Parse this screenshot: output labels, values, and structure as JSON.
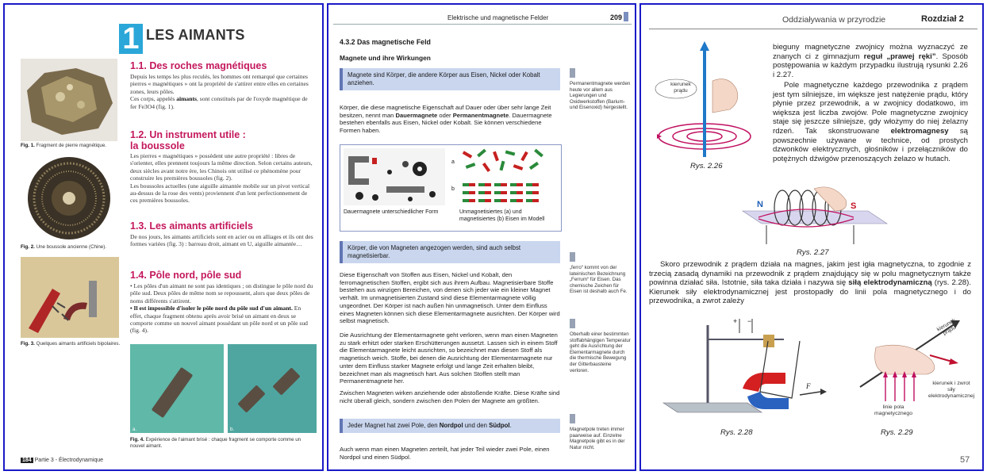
{
  "page1": {
    "chapter_number": "1",
    "chapter_title": "LES AIMANTS",
    "s1_title": "1.1. Des roches magnétiques",
    "s1_text": "Depuis les temps les plus reculés, les hommes ont remarqué que certaines pierres « magnétiques » ont la propriété de s'attirer entre elles en certaines zones, leurs pôles.",
    "s1_text2a": "Ces corps, appelés ",
    "s1_text2b": "aimants",
    "s1_text2c": ", sont constitués par de l'oxyde magnétique de fer Fe3O4 (fig. 1).",
    "s2_title_1": "1.2. Un instrument utile :",
    "s2_title_2": "la boussole",
    "s2_text": "Les pierres « magnétiques » possèdent une autre propriété : libres de s'orienter, elles prennent toujours la même direction. Selon certains auteurs, deux siècles avant notre ère, les Chinois ont utilisé ce phénomène pour construire les premières boussoles (fig. 2).",
    "s2_text2": "Les boussoles actuelles (une aiguille aimantée mobile sur un pivot vertical au-dessus de la rose des vents) proviennent d'un lent perfectionnement de ces premières boussoles.",
    "s3_title": "1.3. Les aimants artificiels",
    "s3_text": "De nos jours, les aimants artificiels sont en acier ou en alliages et ils ont des formes variées (fig. 3) : barreau droit, aimant en U, aiguille aimantée…",
    "s4_title": "1.4. Pôle nord, pôle sud",
    "s4_b1": "• Les pôles d'un aimant ne sont pas identiques ; on distingue le pôle nord du pôle sud. Deux pôles de même nom se repoussent, alors que deux pôles de noms différents s'attirent.",
    "s4_b2a": "• Il est impossible d'isoler le pôle nord du pôle sud d'un aimant.",
    "s4_b2b": " En effet, chaque fragment obtenu après avoir brisé un aimant en deux se comporte comme un nouvel aimant possédant un pôle nord et un pôle sud (fig. 4).",
    "fig1_label": "Fig. 1.",
    "fig1_caption": "Fragment de pierre magnétique.",
    "fig2_label": "Fig. 2.",
    "fig2_caption": "Une boussole ancienne (Chine).",
    "fig3_label": "Fig. 3.",
    "fig3_caption": "Quelques aimants artificiels bipolaires.",
    "fig4_label": "Fig. 4.",
    "fig4_caption": "Expérience de l'aimant brisé : chaque fragment se comporte comme un nouvel aimant.",
    "photo_a": "a.",
    "photo_b": "b.",
    "page_number": "184",
    "footer": "Partie 3 - Électrodynamique"
  },
  "page2": {
    "header_title": "Elektrische und magnetische Felder",
    "header_page": "209",
    "section": "4.3.2  Das magnetische Feld",
    "subsection": "Magnete und ihre Wirkungen",
    "box1": "Magnete sind Körper, die andere Körper aus Eisen, Nickel oder Kobalt anziehen.",
    "para1a": "Körper, die diese magnetische Eigenschaft auf Dauer oder über sehr lange Zeit besitzen, nennt man ",
    "para1b": "Dauermagnete",
    "para1c": " oder ",
    "para1d": "Permanentmagnete",
    "para1e": ". Dauermagnete bestehen ebenfalls aus Eisen, Nickel oder Kobalt. Sie können verschiedene Formen haben.",
    "fig_left_caption": "Dauermagnete unterschiedlicher Form",
    "fig_right_caption": "Unmagnetisiertes (a) und magnetisiertes (b) Eisen im Modell",
    "fig_a": "a",
    "fig_b": "b",
    "box2": "Körper, die von Magneten angezogen werden, sind auch selbst magnetisierbar.",
    "para2": "Diese Eigenschaft von Stoffen aus Eisen, Nickel und Kobalt, den ferromagnetischen Stoffen, ergibt sich aus ihrem Aufbau. Magnetisierbare Stoffe bestehen aus winzigen Bereichen, von denen sich jeder wie ein kleiner Magnet verhält. Im unmagnetisierten Zustand sind diese Elementarmagnete völlig ungeordnet. Der Körper ist nach außen hin unmagnetisch. Unter dem Einfluss eines Magneten können sich diese Elementarmagnete ausrichten. Der Körper wird selbst magnetisch.",
    "para3": "Die Ausrichtung der Elementarmagnete geht verloren, wenn man einen Magneten zu stark erhitzt oder starken Erschütterungen aussetzt. Lassen sich in einem Stoff die Elementarmagnete leicht ausrichten, so bezeichnet man diesen Stoff als magnetisch weich. Stoffe, bei denen die Ausrichtung der Elementarmagnete nur unter dem Einfluss starker Magnete erfolgt und lange Zeit erhalten bleibt, bezeichnet man als magnetisch hart. Aus solchen Stoffen stellt man Permanentmagnete her.",
    "para4": "Zwischen Magneten wirken anziehende oder abstoßende Kräfte. Diese Kräfte sind nicht überall gleich, sondern zwischen den Polen der Magnete am größten.",
    "box3a": "Jeder Magnet hat zwei Pole, den ",
    "box3b": "Nordpol",
    "box3c": " und den ",
    "box3d": "Südpol",
    "box3e": ".",
    "para5": "Auch wenn man einen Magneten zerteilt, hat jeder Teil wieder zwei Pole, einen Nordpol und einen Südpol.",
    "side1": "Permanentmagnete werden heute vor allem aus Legierungen und Oxidwerkstoffen (Barium- und Eisenoxid) hergestellt.",
    "side2": "„ferro“ kommt von der lateinischen Bezeichnung „Ferrum“ für Eisen. Das chemische Zeichen für Eisen ist deshalb auch Fe.",
    "side3": "Oberhalb einer bestimmten stoffabhängigen Temperatur geht die Ausrichtung der Elementarmagnete durch die thermische Bewegung der Gitterbausteine verloren.",
    "side4": "Magnetpole treten immer paarweise auf. Einzelne Magnetpole gibt es in der Natur nicht."
  },
  "page3": {
    "header": "Oddziaływania w przyrodzie",
    "chapter": "Rozdział 2",
    "para1a": "bieguny magnetyczne zwojnicy można wyznaczyć ze znanych ci z gimnazjum ",
    "para1b": "reguł „prawej ręki”",
    "para1c": ". Sposób postępowania w każdym przypadku ilustrują rysunki 2.26 i 2.27.",
    "para2a": "Pole magnetyczne każdego przewodnika z prądem jest tym silniejsze, im większe jest natężenie prądu, który płynie przez przewodnik, a w zwojnicy dodatkowo, im większa jest liczba zwojów. Pole magnetyczne zwojnicy staje się jeszcze silniejsze, gdy włożymy do niej żelazny rdzeń. Tak skonstruowane ",
    "para2b": "elektromagnesy",
    "para2c": " są powszechnie używane w technice, od prostych dzwonków elektrycznych, głośników i przełączników do potężnych dźwigów przenoszących żelazo w hutach.",
    "para3a": "Skoro przewodnik z prądem działa na magnes, jakim jest igła magnetyczna, to zgodnie z trzecią zasadą dynamiki na przewodnik z prądem znajdujący się w polu magnetycznym także powinna działać siła. Istotnie, siła taka działa i nazywa się ",
    "para3b": "siłą elektrodynamiczną",
    "para3c": " (rys. 2.28). Kierunek siły elektrodynamicznej jest prostopadły do linii pola magnetycznego i do przewodnika, a zwrot zależy",
    "rys226": "Rys. 2.26",
    "rys227": "Rys. 2.27",
    "rys228": "Rys. 2.28",
    "rys229": "Rys. 2.29",
    "lbl_current": "kierunek prądu",
    "lbl_current2": "kierunek prądu",
    "lbl_force": "kierunek i zwrot siły elektrodynamicznej",
    "lbl_field": "linie pola magnetycznego",
    "lbl_N": "N",
    "lbl_S": "S",
    "lbl_plus": "+",
    "lbl_minus": "−",
    "lbl_F": "F",
    "page_number": "57"
  }
}
